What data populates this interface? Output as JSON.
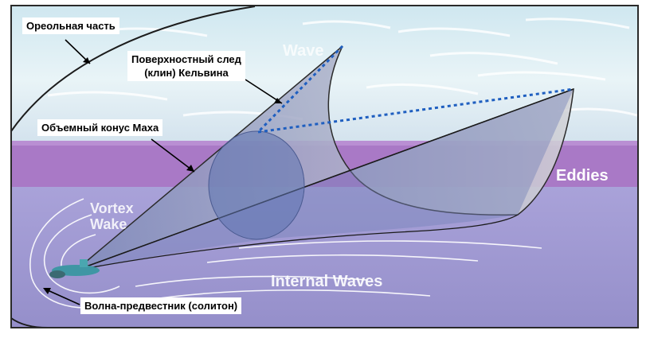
{
  "labels": {
    "areolar": "Ореольная часть",
    "kelvin_line1": "Поверхностный след",
    "kelvin_line2": "(клин) Кельвина",
    "mach_cone": "Объемный конус Маха",
    "soliton": "Волна-предвестник (солитон)",
    "wave": "Wave",
    "eddies": "Eddies",
    "vortex_line1": "Vortex",
    "vortex_line2": "Wake",
    "internal_waves": "Internal Waves"
  },
  "colors": {
    "frame": "#2a2a2a",
    "surface_water": "#dfeef3",
    "thermocline_band": "#a777c4",
    "deep_water": "#9d96d0",
    "wake_cone": "#c9c9c9",
    "mach_cone_shadow": "#6f7fb4",
    "dotted_line": "#1e5fbf",
    "submarine": "#4aa6b0",
    "text_on_image": "#ffffff"
  },
  "icons": [
    "submarine-icon"
  ]
}
